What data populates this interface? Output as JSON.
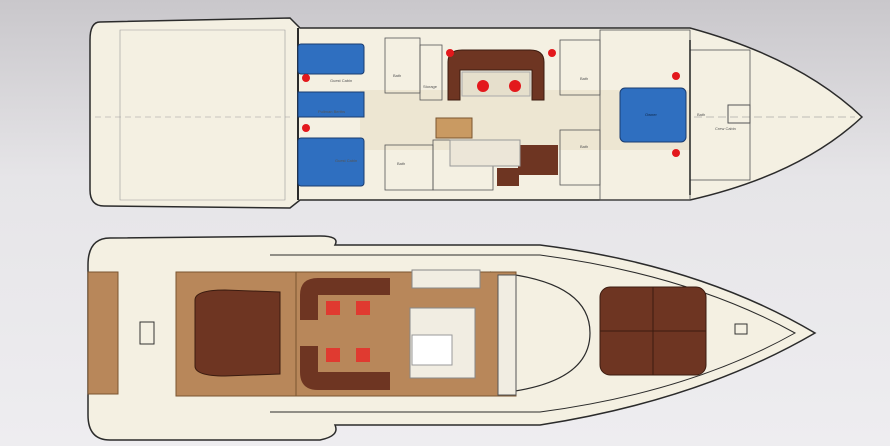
{
  "colors": {
    "hull": "#f4f0e2",
    "outline": "#2b2b2b",
    "berth_blue": "#2f6fc0",
    "upholstery_brown": "#6e3522",
    "teak": "#b8875a",
    "table_red": "#e0262a",
    "light_red": "#e3181c"
  },
  "lower_deck": {
    "labels": [
      "Guest Cabin",
      "Bath",
      "Storage",
      "Pullman Berths",
      "Guest Cabin",
      "Bath",
      "Bath",
      "Bath",
      "Owner",
      "Bath",
      "Crew Cabin"
    ]
  },
  "main_deck": {
    "labels": []
  }
}
